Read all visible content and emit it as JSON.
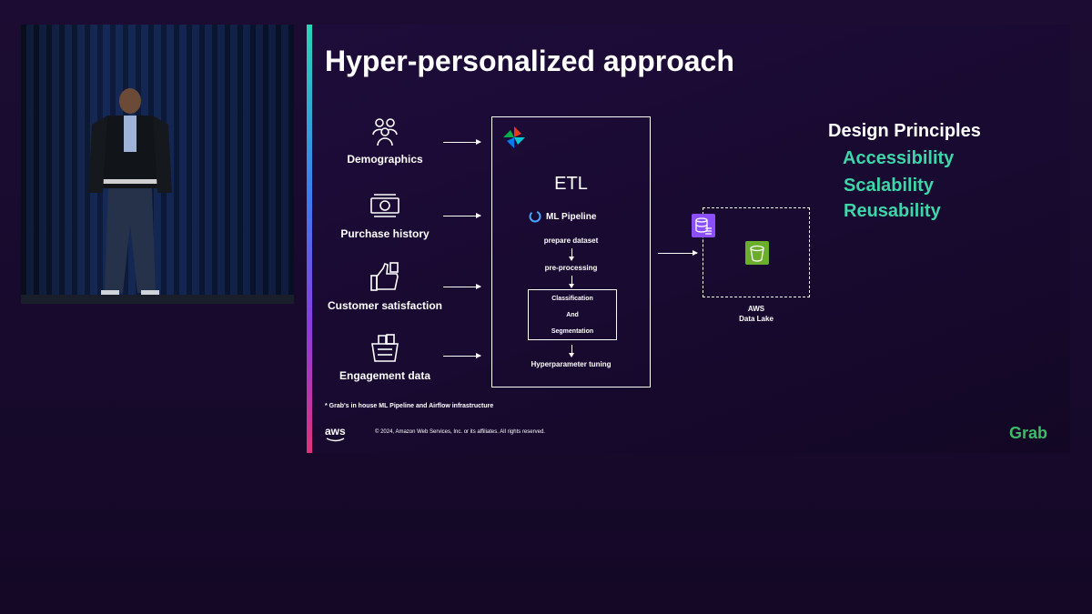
{
  "slide": {
    "title": "Hyper-personalized approach",
    "sources": [
      {
        "label": "Demographics",
        "icon": "people-icon"
      },
      {
        "label": "Purchase history",
        "icon": "money-icon"
      },
      {
        "label": "Customer satisfaction",
        "icon": "thumbs-up-icon"
      },
      {
        "label": "Engagement data",
        "icon": "shopping-basket-icon"
      }
    ],
    "etl": {
      "title": "ETL",
      "pipeline": "ML Pipeline",
      "steps": [
        "prepare dataset",
        "pre-processing"
      ],
      "classification": [
        "Classification",
        "And",
        "Segmentation"
      ],
      "final_step": "Hyperparameter tuning"
    },
    "lake": {
      "line1": "AWS",
      "line2": "Data Lake"
    },
    "design": {
      "heading": "Design Principles",
      "items": [
        "Accessibility",
        "Scalability",
        "Reusability"
      ],
      "accent_color": "#3dd6a8"
    },
    "footnote": "* Grab's in house ML Pipeline and Airflow infrastructure",
    "aws_logo": "aws",
    "copyright": "© 2024, Amazon Web Services, Inc. or its affiliates. All rights reserved.",
    "grab_logo": "Grab"
  }
}
